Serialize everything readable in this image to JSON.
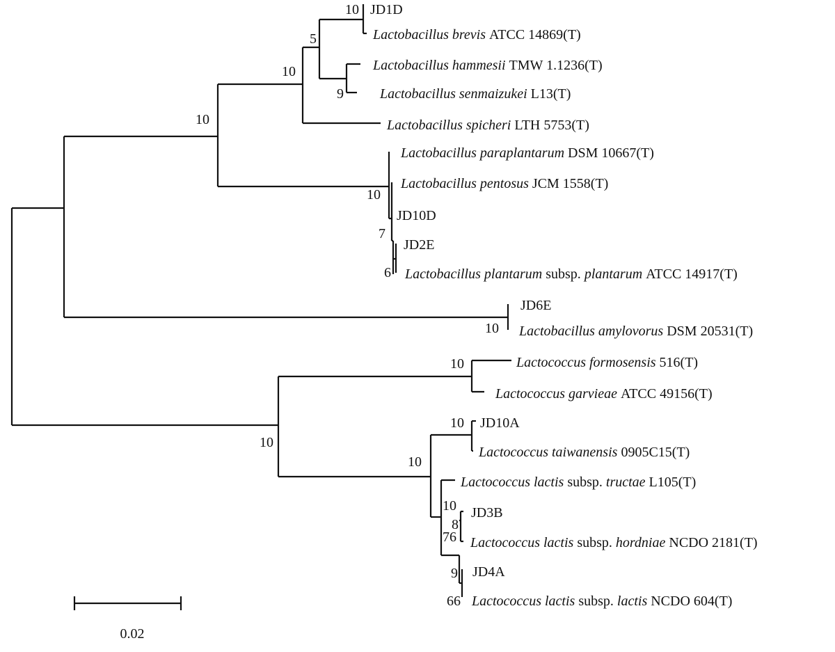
{
  "taxa": [
    {
      "id": "jd1d",
      "parts": [
        {
          "t": "JD1D",
          "i": false
        }
      ]
    },
    {
      "id": "brevis",
      "parts": [
        {
          "t": "Lactobacillus brevis",
          "i": true
        },
        {
          "t": " ATCC 14869(T)",
          "i": false
        }
      ]
    },
    {
      "id": "hammesii",
      "parts": [
        {
          "t": "Lactobacillus hammesii",
          "i": true
        },
        {
          "t": " TMW 1.1236(T)",
          "i": false
        }
      ]
    },
    {
      "id": "senmaizukei",
      "parts": [
        {
          "t": "Lactobacillus senmaizukei",
          "i": true
        },
        {
          "t": " L13(T)",
          "i": false
        }
      ]
    },
    {
      "id": "spicheri",
      "parts": [
        {
          "t": "Lactobacillus spicheri",
          "i": true
        },
        {
          "t": " LTH 5753(T)",
          "i": false
        }
      ]
    },
    {
      "id": "paraplantarum",
      "parts": [
        {
          "t": "Lactobacillus paraplantarum",
          "i": true
        },
        {
          "t": " DSM 10667(T)",
          "i": false
        }
      ]
    },
    {
      "id": "pentosus",
      "parts": [
        {
          "t": "Lactobacillus pentosus",
          "i": true
        },
        {
          "t": " JCM 1558(T)",
          "i": false
        }
      ]
    },
    {
      "id": "jd10d",
      "parts": [
        {
          "t": "JD10D",
          "i": false
        }
      ]
    },
    {
      "id": "jd2e",
      "parts": [
        {
          "t": "JD2E",
          "i": false
        }
      ]
    },
    {
      "id": "plantarum",
      "parts": [
        {
          "t": "Lactobacillus plantarum",
          "i": true
        },
        {
          "t": " subsp. ",
          "i": false
        },
        {
          "t": "plantarum",
          "i": true
        },
        {
          "t": " ATCC 14917(T)",
          "i": false
        }
      ]
    },
    {
      "id": "jd6e",
      "parts": [
        {
          "t": "JD6E",
          "i": false
        }
      ]
    },
    {
      "id": "amylovorus",
      "parts": [
        {
          "t": "Lactobacillus amylovorus",
          "i": true
        },
        {
          "t": " DSM 20531(T)",
          "i": false
        }
      ]
    },
    {
      "id": "formosensis",
      "parts": [
        {
          "t": "Lactococcus formosensis",
          "i": true
        },
        {
          "t": " 516(T)",
          "i": false
        }
      ]
    },
    {
      "id": "garvieae",
      "parts": [
        {
          "t": "Lactococcus garvieae",
          "i": true
        },
        {
          "t": " ATCC 49156(T)",
          "i": false
        }
      ]
    },
    {
      "id": "jd10a",
      "parts": [
        {
          "t": "JD10A",
          "i": false
        }
      ]
    },
    {
      "id": "taiwanensis",
      "parts": [
        {
          "t": "Lactococcus taiwanensis",
          "i": true
        },
        {
          "t": " 0905C15(T)",
          "i": false
        }
      ]
    },
    {
      "id": "tructae",
      "parts": [
        {
          "t": "Lactococcus lactis",
          "i": true
        },
        {
          "t": " subsp. ",
          "i": false
        },
        {
          "t": "tructae",
          "i": true
        },
        {
          "t": " L105(T)",
          "i": false
        }
      ]
    },
    {
      "id": "jd3b",
      "parts": [
        {
          "t": "JD3B",
          "i": false
        }
      ]
    },
    {
      "id": "hordniae",
      "parts": [
        {
          "t": "Lactococcus lactis",
          "i": true
        },
        {
          "t": " subsp. ",
          "i": false
        },
        {
          "t": "hordniae",
          "i": true
        },
        {
          "t": " NCDO 2181(T)",
          "i": false
        }
      ]
    },
    {
      "id": "jd4a",
      "parts": [
        {
          "t": "JD4A",
          "i": false
        }
      ]
    },
    {
      "id": "lactis",
      "parts": [
        {
          "t": "Lactococcus lactis",
          "i": true
        },
        {
          "t": " subsp. ",
          "i": false
        },
        {
          "t": "lactis",
          "i": true
        },
        {
          "t": " NCDO 604(T)",
          "i": false
        }
      ]
    }
  ],
  "bootstrap": [
    "10",
    "5",
    "10",
    "9",
    "10",
    "10",
    "7",
    "6",
    "10",
    "10",
    "10",
    "10",
    "10",
    "10",
    "76",
    "8",
    "9",
    "66"
  ],
  "scale_bar": {
    "label": "0.02"
  }
}
